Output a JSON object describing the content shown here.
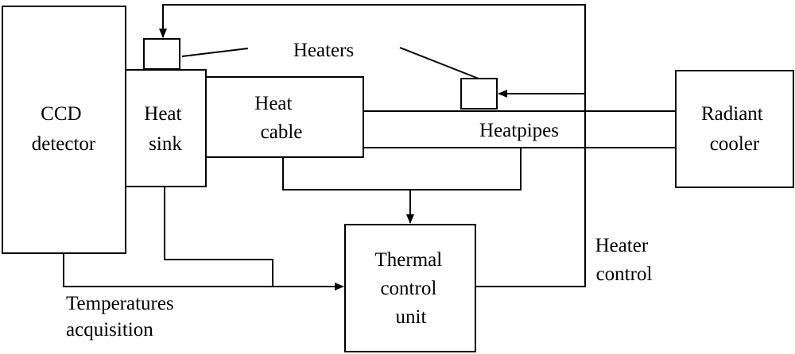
{
  "blocks": {
    "ccd_detector": [
      "CCD",
      "detector"
    ],
    "heat_sink": [
      "Heat",
      "sink"
    ],
    "heat_cable": [
      "Heat",
      "cable"
    ],
    "radiant_cooler": [
      "Radiant",
      "cooler"
    ],
    "thermal_control_unit": [
      "Thermal",
      "control",
      "unit"
    ]
  },
  "labels": {
    "heaters": "Heaters",
    "heatpipes": "Heatpipes",
    "heater_control": [
      "Heater",
      "control"
    ],
    "temperatures_acquisition": [
      "Temperatures",
      "acquisition"
    ]
  },
  "colors": {
    "stroke": "#000000",
    "background": "#ffffff"
  }
}
